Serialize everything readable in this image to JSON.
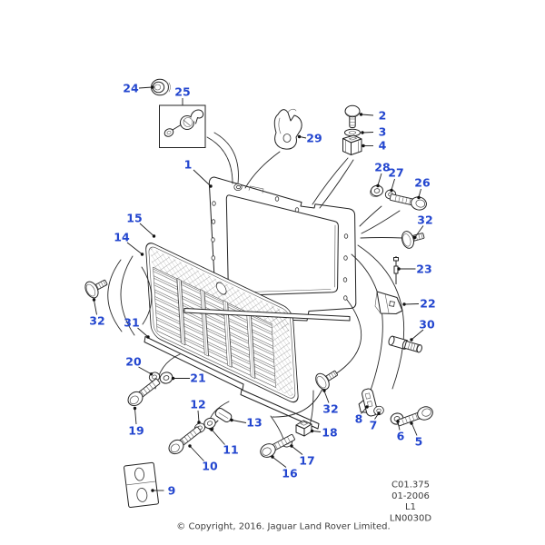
{
  "diagram": {
    "callouts": [
      "1",
      "2",
      "3",
      "4",
      "5",
      "6",
      "7",
      "8",
      "9",
      "10",
      "11",
      "12",
      "13",
      "14",
      "15",
      "16",
      "17",
      "18",
      "19",
      "20",
      "21",
      "22",
      "23",
      "24",
      "25",
      "26",
      "27",
      "28",
      "29",
      "30",
      "31",
      "32",
      "32",
      "32"
    ],
    "footer": {
      "code_lines": [
        "C01.375",
        "01-2006",
        "L1",
        "LN0030D"
      ],
      "copyright": "© Copyright, 2016. Jaguar Land Rover Limited."
    },
    "colors": {
      "callout": "#2346cf",
      "line": "#1f1f1f",
      "footer_text": "#3c3c3c",
      "background": "#ffffff"
    }
  }
}
